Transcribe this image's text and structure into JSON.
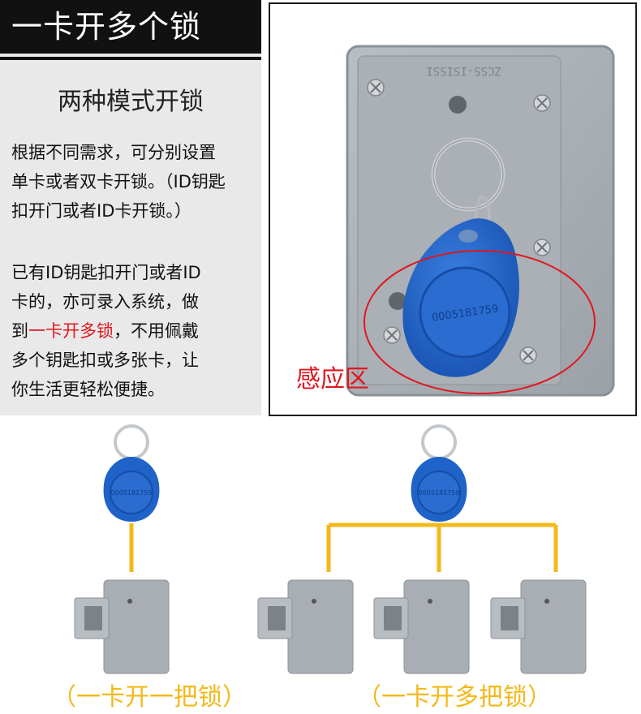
{
  "title": "一卡开多个锁",
  "subtitle": "两种模式开锁",
  "paragraph1": {
    "lines": [
      "根据不同需求，可分别设置",
      "单卡或者双卡开锁。（ID钥匙",
      "扣开门或者ID卡开锁。）"
    ]
  },
  "paragraph2": {
    "line1": "已有ID钥匙扣开门或者ID",
    "line2": "卡的，亦可录入系统，做",
    "line3_prefix": "到",
    "line3_highlight": "一卡开多锁",
    "line3_suffix": "，不用佩戴",
    "line4": "多个钥匙扣或多张卡，让",
    "line5": "你生活更轻松便捷。"
  },
  "photo": {
    "sensing_area_label": "感应区",
    "fob_number": "0005181759",
    "case_marking": "ZCSS-ISISSI"
  },
  "diagrams": {
    "single_caption": "（一卡开一把锁）",
    "multi_caption": "（一卡开多把锁）",
    "fob_number": "0005181759"
  },
  "colors": {
    "title_bg": "#111111",
    "panel_bg": "#e9e9e9",
    "highlight": "#e0161e",
    "connector": "#f3b91a",
    "fob_blue": "#1f63c9",
    "case_gray": "#a8aeb4"
  }
}
